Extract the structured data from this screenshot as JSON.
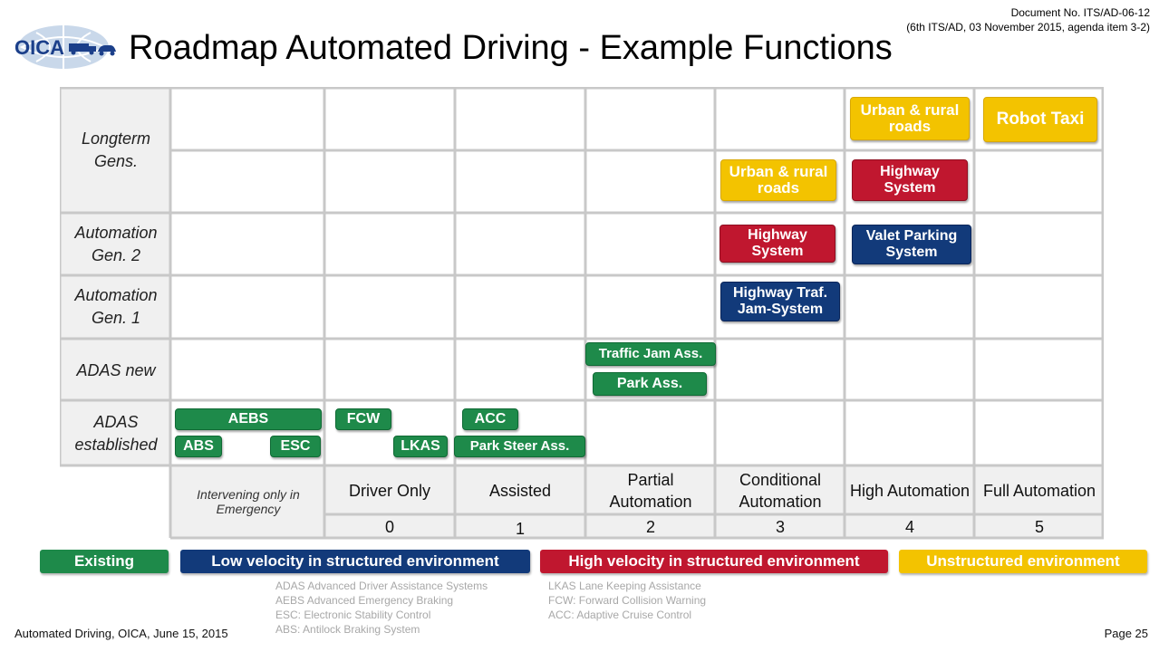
{
  "header": {
    "logo_text": "OICA",
    "title": "Roadmap Automated Driving - Example Functions",
    "doc_no": "Document No. ITS/AD-06-12",
    "doc_meeting": "(6th ITS/AD, 03 November 2015, agenda item 3-2)"
  },
  "rows": {
    "longterm": "Longterm Gens.",
    "gen2": "Automation Gen. 2",
    "gen1": "Automation Gen. 1",
    "adas_new": "ADAS new",
    "adas_established": "ADAS established"
  },
  "levels": {
    "intervening": "Intervening only in Emergency",
    "names": [
      "Driver Only",
      "Assisted",
      "Partial Automation",
      "Conditional Automation",
      "High Automation",
      "Full Automation"
    ],
    "numbers": [
      "0",
      "1",
      "2",
      "3",
      "4",
      "5"
    ]
  },
  "functions": {
    "aebs": "AEBS",
    "abs": "ABS",
    "esc": "ESC",
    "fcw": "FCW",
    "lkas": "LKAS",
    "acc": "ACC",
    "park_steer": "Park Steer Ass.",
    "traffic_jam": "Traffic Jam Ass.",
    "park_ass": "Park Ass.",
    "hw_traf_jam": "Highway Traf. Jam-System",
    "hw_system_l3": "Highway System",
    "urban_rural_l3": "Urban & rural roads",
    "valet_parking": "Valet Parking System",
    "hw_system_l4": "Highway System",
    "urban_rural_l4": "Urban & rural roads",
    "robot_taxi": "Robot Taxi"
  },
  "legend": {
    "existing": "Existing",
    "low_velocity": "Low velocity in structured environment",
    "high_velocity": "High velocity in structured environment",
    "unstructured": "Unstructured environment"
  },
  "abbreviations": {
    "adas": "ADAS Advanced Driver Assistance Systems",
    "aebs": "AEBS Advanced Emergency Braking",
    "esc": "ESC:  Electronic Stability Control",
    "abs": "ABS:  Antilock Braking System",
    "lkas": "LKAS Lane Keeping Assistance",
    "fcw": "FCW:  Forward Collision Warning",
    "acc": "ACC:  Adaptive Cruise Control"
  },
  "footer": {
    "left": "Automated Driving, OICA, June 15, 2015",
    "page": "Page 25"
  },
  "colors": {
    "existing": "#1e8a4a",
    "low_velocity": "#123a7a",
    "high_velocity": "#c0172f",
    "unstructured": "#f3c300",
    "grid_line": "#c8c8c8",
    "label_bg": "#f0f0f0"
  },
  "icons": [
    "globe-logo-icon",
    "truck-icon",
    "car-icon",
    "bus-icon"
  ]
}
